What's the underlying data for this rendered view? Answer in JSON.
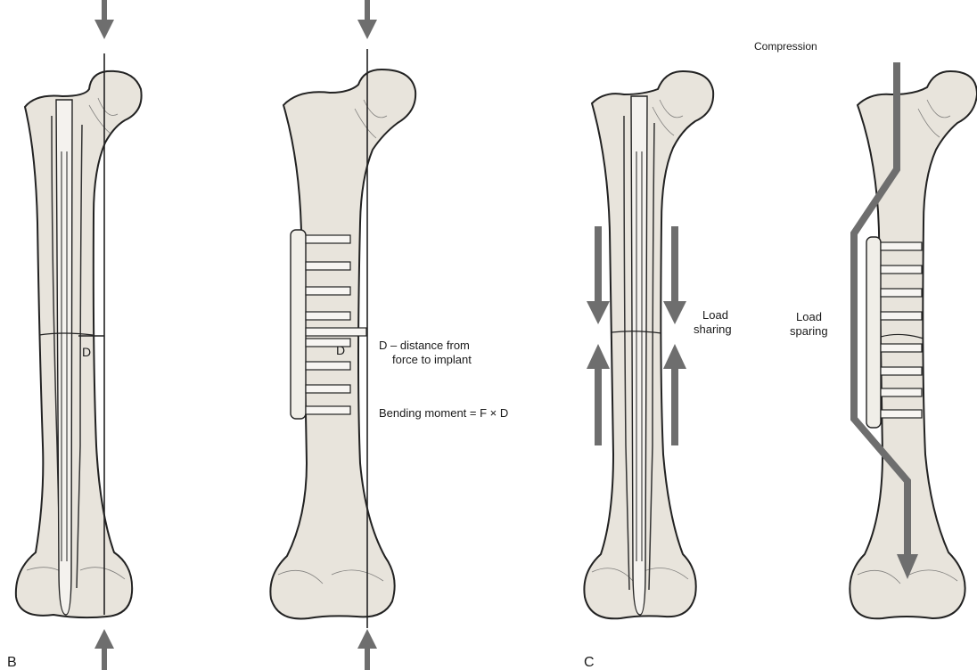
{
  "caption_top": "",
  "labels": {
    "panel_b": "B",
    "panel_c": "C",
    "d_nail": "D",
    "d_plate": "D",
    "d_definition_line1": "D – distance from",
    "d_definition_line2": "force to implant",
    "bending_moment": "Bending moment = F × D",
    "load_sharing_line1": "Load",
    "load_sharing_line2": "sharing",
    "load_sparing_line1": "Load",
    "load_sparing_line2": "sparing",
    "compression": "Compression"
  },
  "colors": {
    "arrow_gray": "#6e6e6e",
    "bone_fill": "#e8e4dc",
    "ink": "#222222"
  },
  "icons": [
    "force-arrow-icon",
    "load-path-arrow-icon"
  ]
}
